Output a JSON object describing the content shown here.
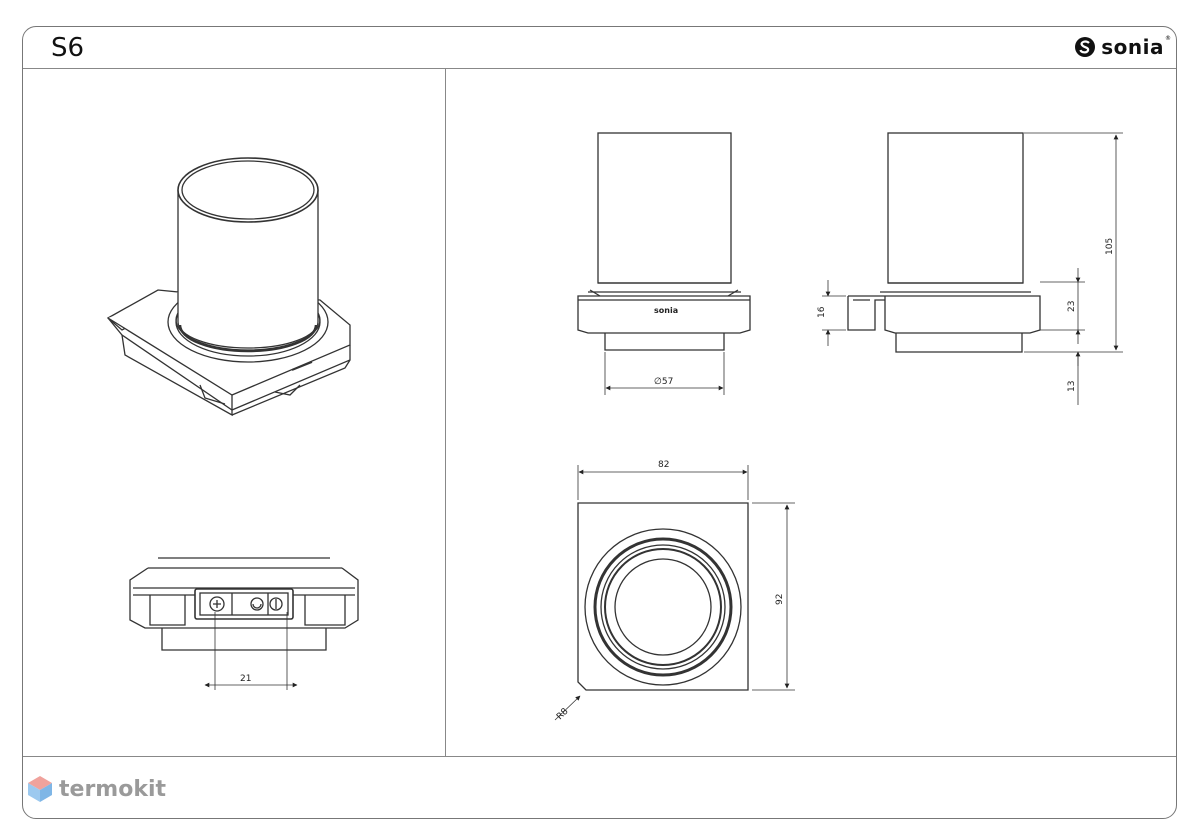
{
  "header": {
    "title": "S6",
    "brand": "sonia",
    "brand_mark": "®"
  },
  "views": {
    "front_logo": "sonia",
    "dimensions": {
      "diameter": "∅57",
      "height_total": "105",
      "height_base": "23",
      "height_shelf": "16",
      "height_bottom": "13",
      "width_top": "82",
      "depth_top": "92",
      "radius": "R8",
      "hole_spacing": "21"
    }
  },
  "watermark": {
    "text": "termokit",
    "colors": {
      "blue": "#5aa7e0",
      "red": "#e8544a"
    }
  },
  "colors": {
    "line": "#333333",
    "frame": "#777777"
  }
}
